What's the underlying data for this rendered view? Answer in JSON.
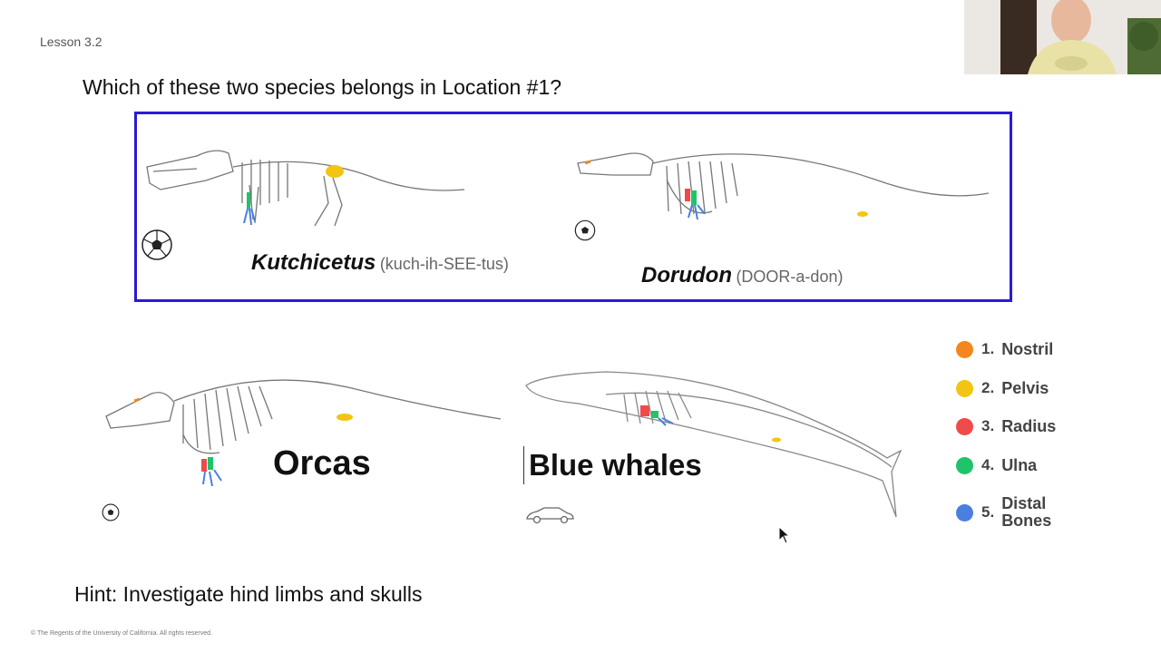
{
  "slide": {
    "lesson": "Lesson 3.2",
    "question": "Which of these two species belongs in Location #1?",
    "hint": "Hint: Investigate hind limbs and skulls",
    "copyright": "© The Regents of the University of California. All rights reserved."
  },
  "panel": {
    "border_color": "#2a1ad6",
    "species": [
      {
        "name": "Kutchicetus",
        "pronunciation": "(kuch-ih-SEE-tus)"
      },
      {
        "name": "Dorudon",
        "pronunciation": "(DOOR-a-don)"
      }
    ]
  },
  "lower": {
    "species": [
      {
        "name": "Orcas"
      },
      {
        "name": "Blue whales"
      }
    ]
  },
  "legend": [
    {
      "num": "1.",
      "label": "Nostril",
      "color": "#f5861f"
    },
    {
      "num": "2.",
      "label": "Pelvis",
      "color": "#f2c515"
    },
    {
      "num": "3.",
      "label": "Radius",
      "color": "#ef4b4b"
    },
    {
      "num": "4.",
      "label": "Ulna",
      "color": "#1fc46a"
    },
    {
      "num": "5.",
      "label": "Distal Bones",
      "color": "#4a7fe0"
    }
  ],
  "icons": [
    "soccer-ball-icon",
    "car-icon",
    "mouse-cursor-icon"
  ]
}
